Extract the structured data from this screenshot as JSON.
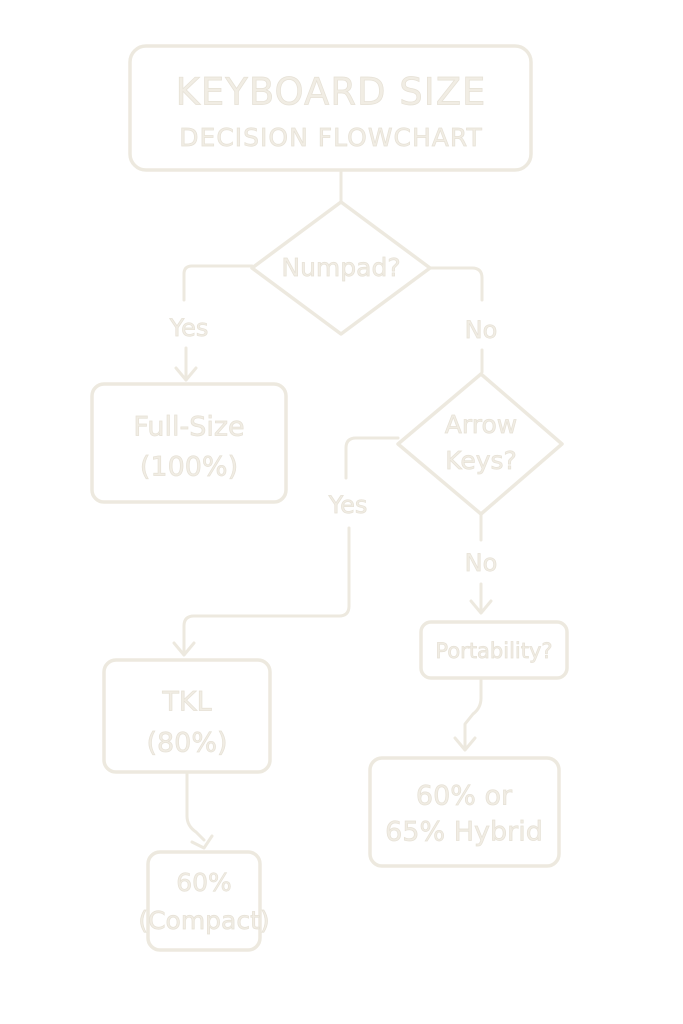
{
  "title": {
    "line1": "KEYBOARD SIZE",
    "line2": "DECISION FLOWCHART"
  },
  "decisions": {
    "numpad": "Numpad?",
    "arrow_keys_line1": "Arrow",
    "arrow_keys_line2": "Keys?",
    "portability": "Portability?"
  },
  "edges": {
    "numpad_yes": "Yes",
    "numpad_no": "No",
    "arrow_yes": "Yes",
    "arrow_no": "No"
  },
  "outcomes": {
    "full_size_line1": "Full-Size",
    "full_size_line2": "(100%)",
    "tkl_line1": "TKL",
    "tkl_line2": "(80%)",
    "compact_line1": "60%",
    "compact_line2": "(Compact)",
    "hybrid_line1": "60% or",
    "hybrid_line2": "65% Hybrid"
  },
  "colors": {
    "ink": "#ede9df",
    "background": "#ffffff"
  }
}
